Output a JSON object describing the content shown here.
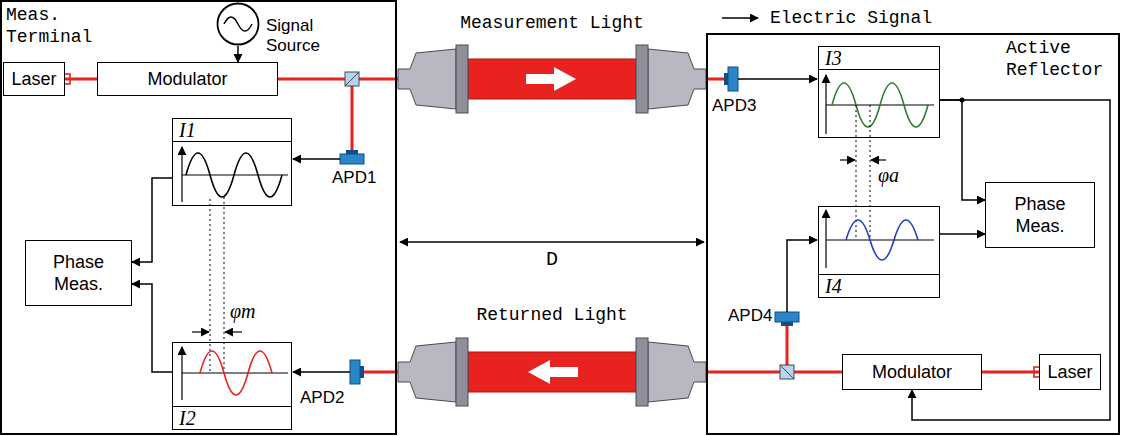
{
  "diagram": {
    "nodes": [
      {
        "text": [
          "Meas. Terminal"
        ]
      },
      {
        "text": [
          "Signal Source"
        ],
        "in": 0
      },
      {
        "text": [
          "Laser"
        ],
        "in": 0
      },
      {
        "text": [
          "Modulator"
        ],
        "in": 0
      },
      {
        "text": [
          "I1"
        ],
        "in": 0
      },
      {
        "text": [
          "Phase Meas."
        ],
        "in": 0
      },
      {
        "text": [
          "I2"
        ],
        "in": 0
      },
      {
        "text": [
          "Active Reflector"
        ]
      },
      {
        "text": [
          "I3"
        ],
        "in": 7
      },
      {
        "text": [
          "Phase Meas."
        ],
        "in": 7
      },
      {
        "text": [
          "I4"
        ],
        "in": 7
      },
      {
        "text": [
          "Modulator"
        ],
        "in": 7
      },
      {
        "text": [
          "Laser"
        ],
        "in": 7
      }
    ],
    "edges": [
      {
        "from": 2,
        "to": 3,
        "arrow": "none"
      },
      {
        "from": 1,
        "to": 3,
        "arrow": "to"
      },
      {
        "from": 4,
        "to": 5,
        "arrow": "to"
      },
      {
        "from": 6,
        "to": 5,
        "arrow": "to"
      },
      {
        "from": 8,
        "to": 9,
        "arrow": "to"
      },
      {
        "from": 10,
        "to": 9,
        "arrow": "to"
      },
      {
        "from": 8,
        "to": 11,
        "arrow": "to"
      },
      {
        "from": 12,
        "to": 11,
        "arrow": "none"
      }
    ],
    "labels": [
      "Measurement Light",
      "APD3",
      "APD1",
      "φa",
      "D",
      "Returned Light",
      "APD4",
      "φm",
      "APD2"
    ],
    "legend": [
      {
        "text": "Electric Signal"
      }
    ]
  }
}
